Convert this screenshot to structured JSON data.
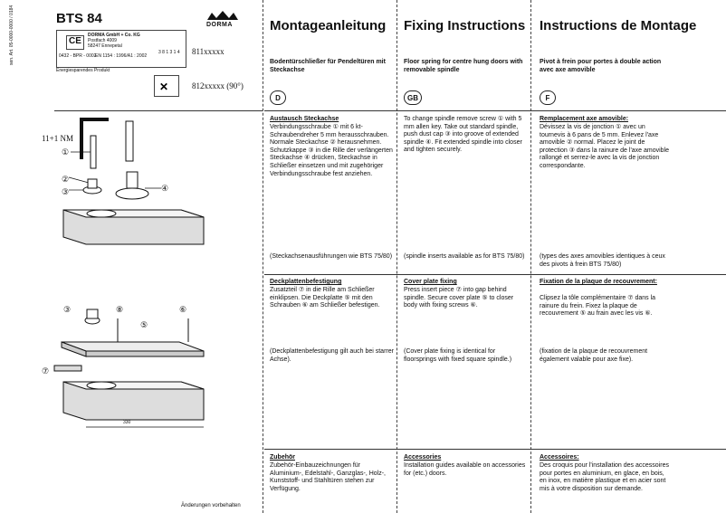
{
  "doc": {
    "side_code": "sen. Art. 05-0000-0000 / 0184",
    "model": "BTS 84",
    "company_line1": "DORMA GmbH + Co. KG",
    "company_line2": "Postfach 4009",
    "company_line3": "58247 Ennepetal",
    "ce_mark": "CE",
    "approval_line1": "0432 - BPR - 0002",
    "approval_line2": "EN 1154 : 1996/A1 : 2002",
    "cert_note": "Energiesparendes Produkt",
    "grade_digits": "3 8 1 3 1 4",
    "code_811": "811xxxxx",
    "code_812": "812xxxxx (90°)",
    "brand": "DORMA",
    "dim_label": "11+1 NM",
    "footer_note": "Änderungen vorbehalten",
    "dim_bottom": "330",
    "callouts": {
      "one": "①",
      "two": "②",
      "three": "③",
      "four": "④",
      "five": "⑤",
      "six": "⑥",
      "seven": "⑦",
      "eight": "⑧"
    }
  },
  "columns": {
    "de": {
      "title": "Montageanleitung",
      "subtitle": "Bodentürschließer für Pendeltüren mit Steckachse",
      "lang": "D",
      "s1_head": "Austausch Steckachse",
      "s1_body": "Verbindungsschraube ① mit 6 kt-Schraubendreher 5 mm herausschrauben. Normale Steckachse ② herausnehmen. Schutzkappe ③ in die Rille der verlängerten Steckachse ④ drücken, Steckachse in Schließer einsetzen und mit zugehöriger Verbindungsschraube fest anziehen.",
      "s1_note": "(Steckachsenausführungen wie BTS 75/80)",
      "s2_head": "Deckplattenbefestigung",
      "s2_body": "Zusatzteil ⑦ in die Rille am Schließer einklipsen. Die Deckplatte ⑤ mit den Schrauben ⑥ am Schließer befestigen.",
      "s2_note": "(Deckplattenbefestigung gilt auch bei starrer Achse).",
      "s3_head": "Zubehör",
      "s3_body": "Zubehör-Einbauzeichnungen für Aluminium-, Edelstahl-, Ganzglas-, Holz-, Kunststoff- und Stahltüren stehen zur Verfügung."
    },
    "gb": {
      "title": "Fixing Instructions",
      "subtitle": "Floor spring for centre hung doors with removable spindle",
      "lang": "GB",
      "s1_body": "To change spindle remove screw ① with 5 mm allen key. Take out standard spindle, push dust cap ③ into groove of extended spindle ④. Fit extended spindle into closer and tighten securely.",
      "s1_note": "(spindle inserts available as for BTS 75/80)",
      "s2_head": "Cover plate fixing",
      "s2_body": "Press insert piece ⑦ into gap behind spindle. Secure cover plate ⑤ to closer body with fixing screws ⑥.",
      "s2_note": "(Cover plate fixing is identical for floorsprings with fixed square spindle.)",
      "s3_head": "Accessories",
      "s3_body": "Installation guides available on accessories for (etc.) doors."
    },
    "fr": {
      "title": "Instructions de Montage",
      "subtitle": "Pivot à frein pour portes à double action avec axe amovible",
      "lang": "F",
      "s1_head": "Remplacement axe amovible:",
      "s1_body": "Dévissez la vis de jonction ① avec un tournevis à 6 pans de 5 mm. Enlevez l'axe amovible ② normal. Placez le joint de protection ③ dans la rainure de l'axe amovible rallongé et serrez-le avec la vis de jonction correspondante.",
      "s1_note": "(types des axes amovibles identiques à ceux des pivots à frein BTS 75/80)",
      "s2_head": "Fixation de la plaque de recouvrement:",
      "s2_body": "Clipsez la tôle complémentaire ⑦ dans la rainure du frein. Fixez la plaque de recouvrement ⑤ au frain avec les vis ⑥.",
      "s2_note": "(fixation de la plaque de recouvrement également valable pour axe fixe).",
      "s3_head": "Accessoires:",
      "s3_body": "Des croquis pour l'installation des accessoires pour portes en aluminium, en glace, en bois, en inox, en matière plastique et en acier sont mis à votre disposition sur demande."
    }
  }
}
